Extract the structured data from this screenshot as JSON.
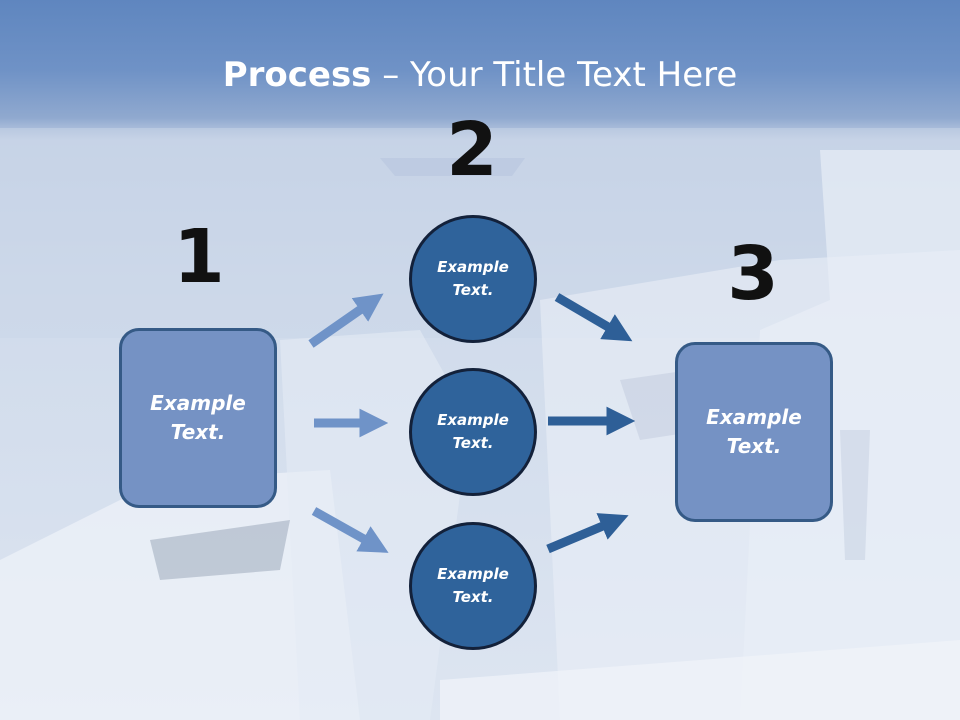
{
  "slide": {
    "title_bold": "Process",
    "title_rest": " – Your Title Text Here"
  },
  "steps": [
    {
      "number": "1",
      "box_text": "Example Text."
    },
    {
      "number": "2"
    },
    {
      "number": "3",
      "box_text": "Example Text."
    }
  ],
  "circles": [
    {
      "text": "Example Text."
    },
    {
      "text": "Example Text."
    },
    {
      "text": "Example Text."
    }
  ],
  "colors": {
    "title_band": "#5f86bf",
    "box_fill": "#7592c4",
    "box_border": "#355a86",
    "circle_fill": "#2f639b",
    "circle_border": "#13213a",
    "arrow_light": "#6f93c8",
    "arrow_dark": "#2e5f97"
  }
}
